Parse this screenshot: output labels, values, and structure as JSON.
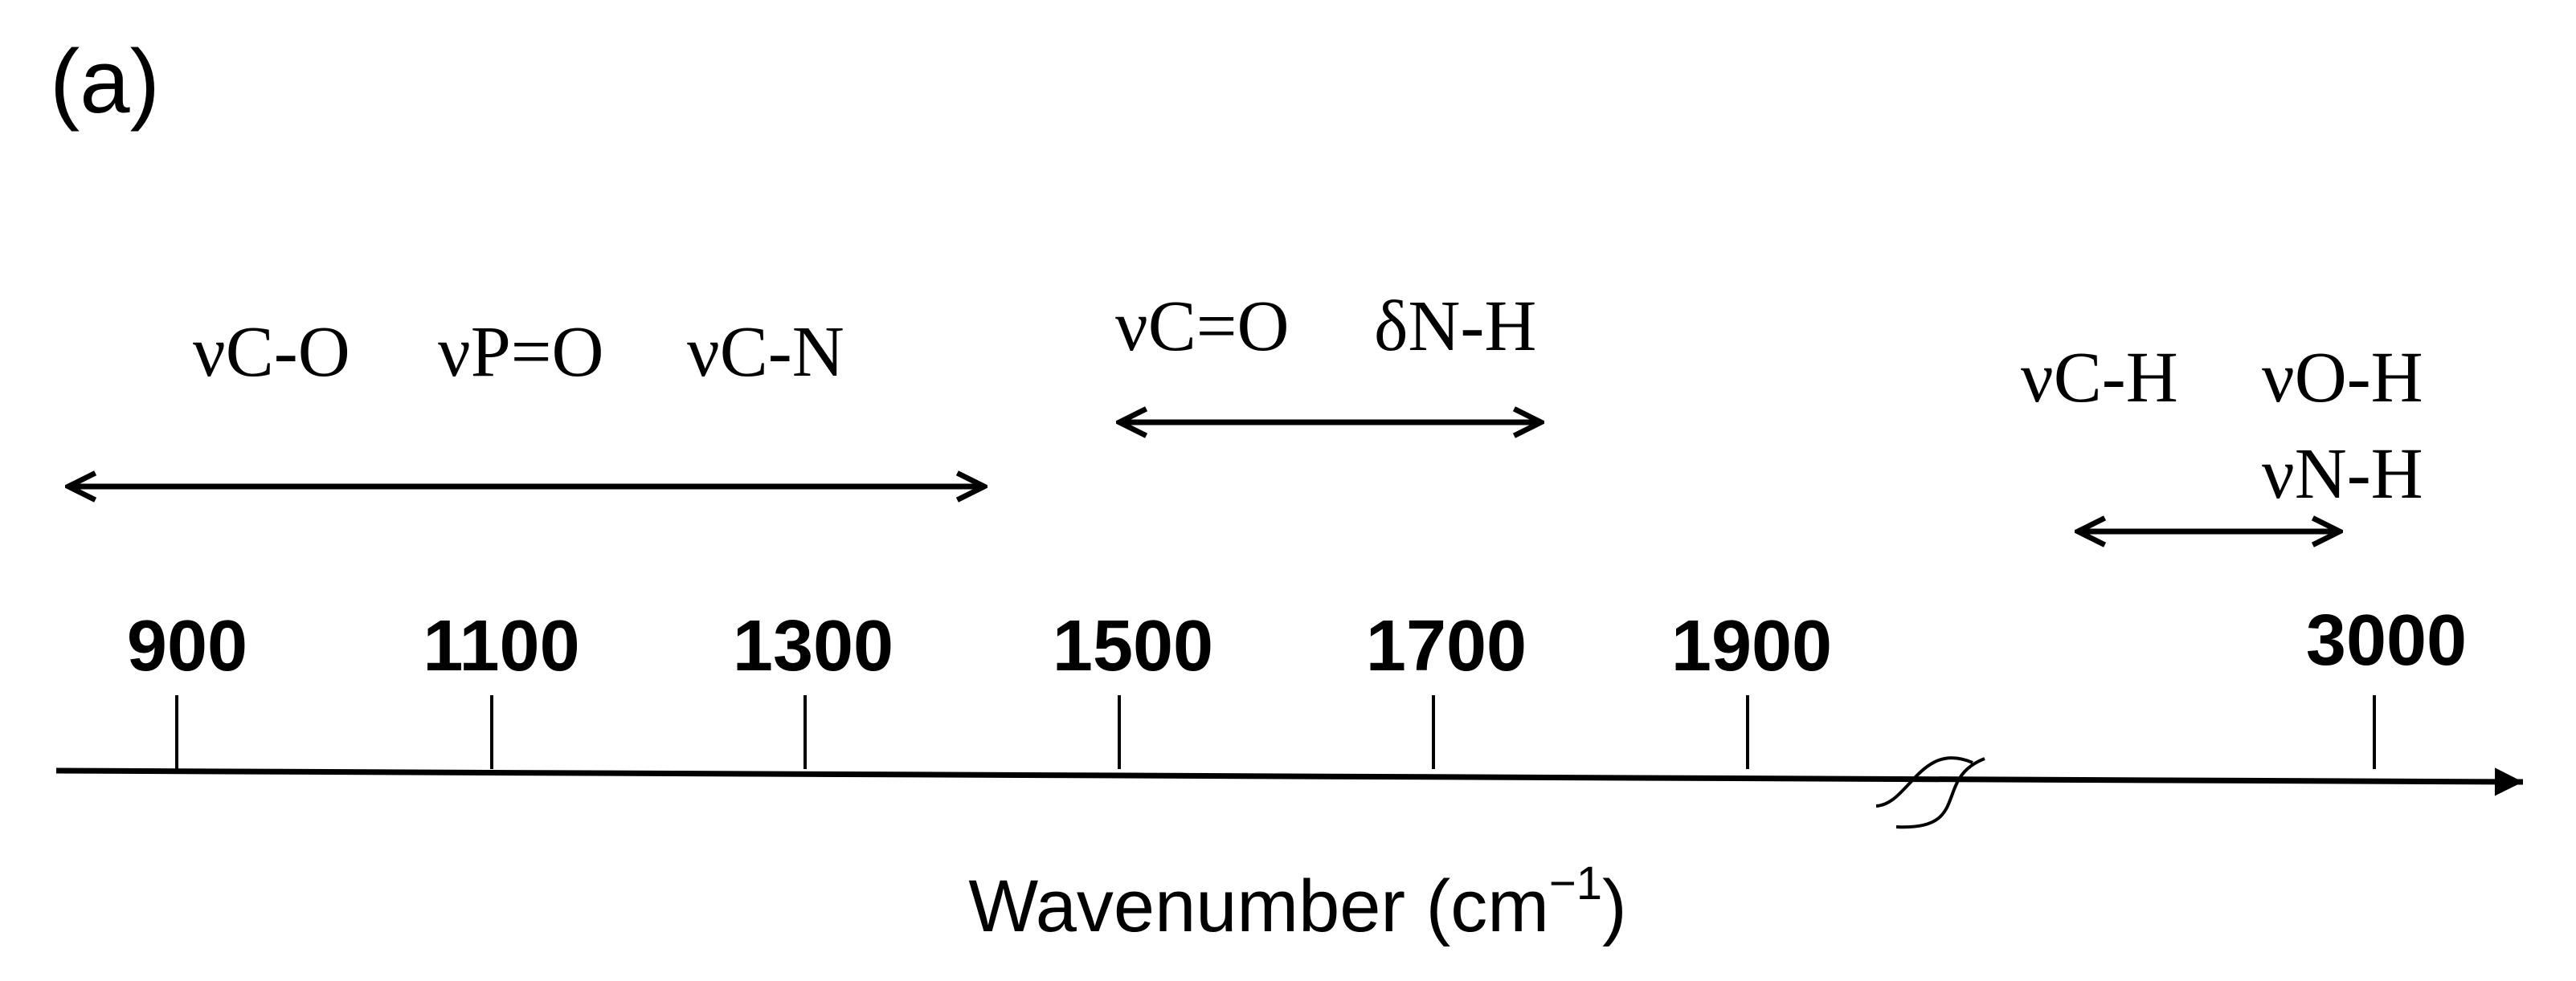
{
  "panel_label": "(a)",
  "axis": {
    "label_text": "Wavenumber (cm",
    "label_sup": "−1",
    "label_close": ")",
    "ticks": [
      "900",
      "1100",
      "1300",
      "1500",
      "1700",
      "1900",
      "3000"
    ]
  },
  "bands": [
    {
      "labels": [
        "νC-O",
        "νP=O",
        "νC-N"
      ],
      "range": [
        800,
        1400
      ]
    },
    {
      "labels": [
        "νC=O",
        "δN-H"
      ],
      "range": [
        1500,
        1770
      ]
    },
    {
      "labels": [
        "νC-H",
        "νO-H",
        "νN-H"
      ],
      "range": [
        2400,
        2980
      ]
    }
  ],
  "colors": {
    "ink": "#000000",
    "background": "#ffffff"
  }
}
